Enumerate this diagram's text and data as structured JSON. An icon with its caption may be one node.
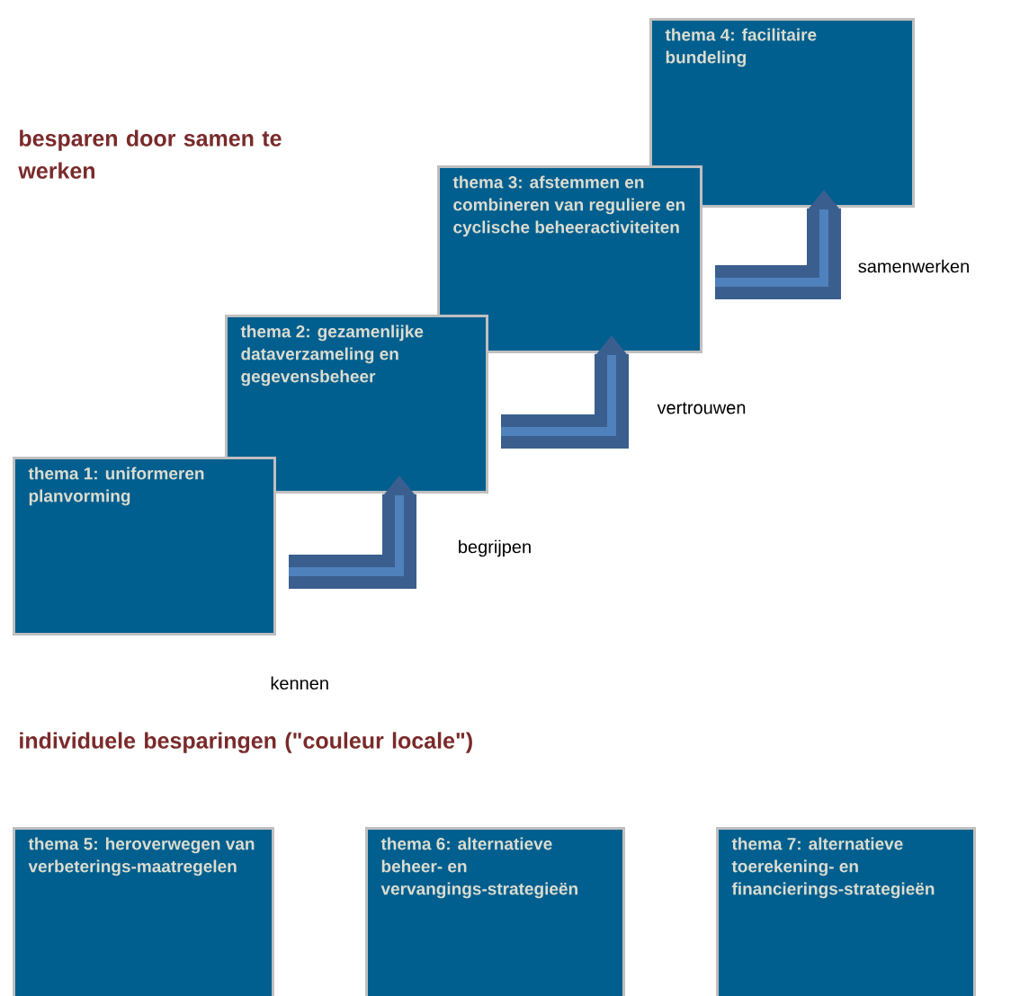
{
  "diagram": {
    "nodes": [
      {
        "text": [
          "thema 1: uniformeren planvorming"
        ]
      },
      {
        "text": [
          "thema 2: gezamenlijke dataverzameling en gegevensbeheer"
        ]
      },
      {
        "text": [
          "thema 3: afstemmen en combineren van reguliere en cyclische beheeractiviteiten"
        ]
      },
      {
        "text": [
          "thema 4: facilitaire bundeling"
        ]
      },
      {
        "text": [
          "thema 5: heroverwegen van verbeterings-maatregelen"
        ]
      },
      {
        "text": [
          "thema 6: alternatieve beheer- en vervangings-strategieën"
        ]
      },
      {
        "text": [
          "thema 7: alternatieve toerekening- en financierings-strategieën"
        ]
      }
    ],
    "edges": [
      {
        "from": 0,
        "to": 1,
        "arrow": "to",
        "label": "begrijpen"
      },
      {
        "from": 1,
        "to": 2,
        "arrow": "to",
        "label": "vertrouwen"
      },
      {
        "from": 2,
        "to": 3,
        "arrow": "to",
        "label": "samenwerken"
      }
    ],
    "labels": [
      "besparen door samen te werken",
      "kennen",
      "individuele besparingen (\"couleur locale\")"
    ]
  }
}
